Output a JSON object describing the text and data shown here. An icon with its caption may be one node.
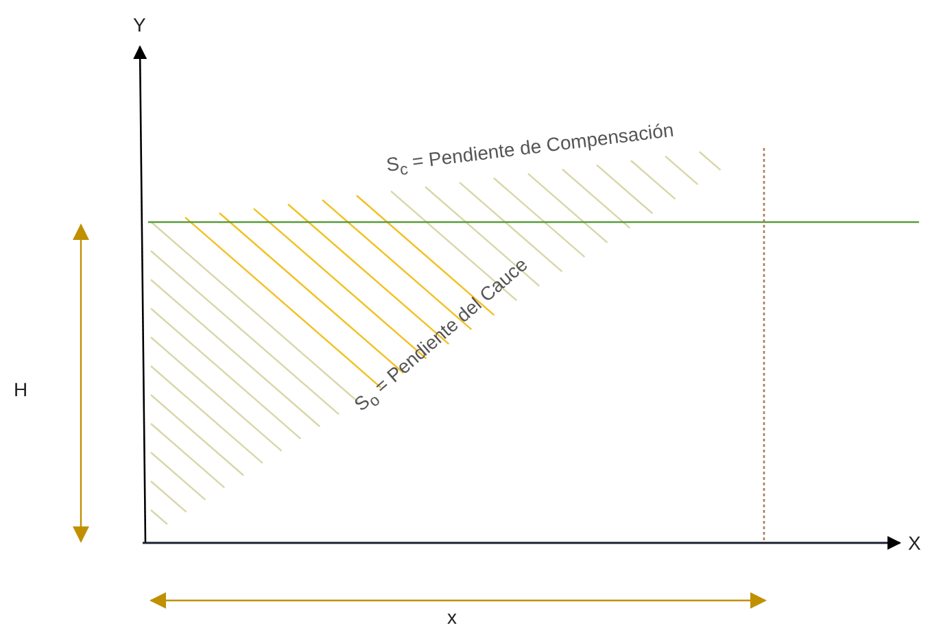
{
  "diagram": {
    "labels": [
      "Y",
      "S$_{c}$ = Pendiente de Compensación",
      "H",
      "S$_{o}$ = Pendiente del Cauce",
      "X",
      "x"
    ]
  }
}
